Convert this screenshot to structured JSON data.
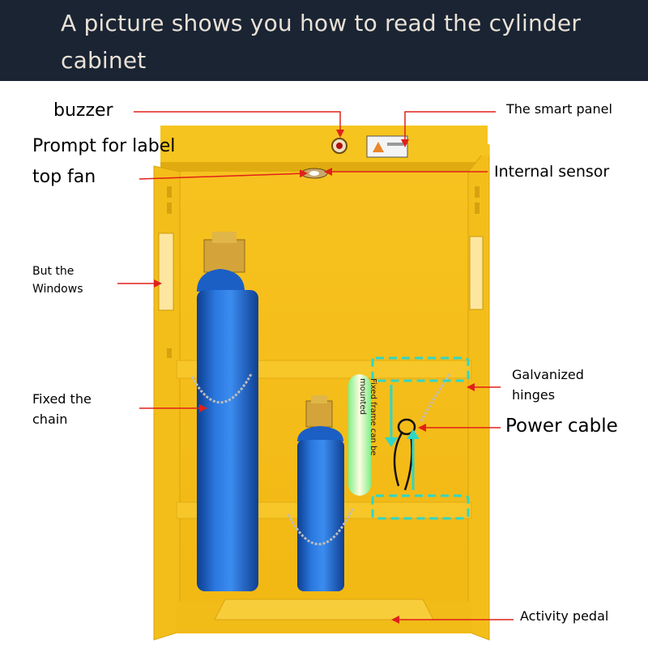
{
  "header": {
    "title": "A picture shows you how to read the cylinder cabinet"
  },
  "labels": {
    "buzzer": "buzzer",
    "prompt_label": "Prompt for label",
    "top_fan": "top fan",
    "smart_panel": "The smart panel",
    "internal_sensor": "Internal sensor",
    "windows_line1": "But the",
    "windows_line2": "Windows",
    "fixed_chain_line1": "Fixed the",
    "fixed_chain_line2": "chain",
    "galvanized_line1": "Galvanized",
    "galvanized_line2": "hinges",
    "power_cable": "Power cable",
    "activity_pedal": "Activity pedal",
    "frame_note_line1": "Fixed frame can be",
    "frame_note_line2": "mounted"
  },
  "colors": {
    "header_bg": "#1a2433",
    "header_text": "#e9e1d6",
    "cabinet_yellow": "#f5c21b",
    "cabinet_shadow": "#dca812",
    "cylinder_blue": "#1e63c9",
    "arrow_red": "#e0201a",
    "highlight_cyan": "#2fd6c7"
  }
}
